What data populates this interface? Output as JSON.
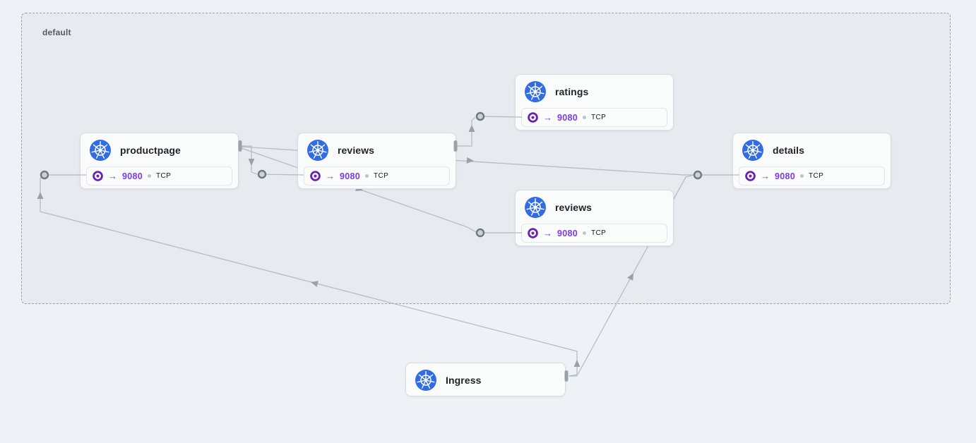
{
  "namespace": {
    "label": "default"
  },
  "colors": {
    "background": "#eef1f5",
    "namespace_fill": "#e7eaee",
    "namespace_border": "#9aa3ac",
    "card_background": "#fafbfb",
    "card_border": "#d9dde1",
    "edge": "#b3bac0",
    "arrow": "#99a1aa",
    "connector_fill": "#ccd2d7",
    "connector_stroke": "#6f7982",
    "kubernetes_blue": "#326ce5",
    "port_purple": "#6d21b0",
    "port_text_purple": "#7c3aed",
    "title_color": "#1f2329"
  },
  "icons": {
    "node_logo": "kubernetes-logo",
    "port": "port-target-icon",
    "arrow_glyph": "→"
  },
  "nodes": [
    {
      "id": "productpage",
      "title": "productpage",
      "port": "9080",
      "protocol": "TCP"
    },
    {
      "id": "reviews",
      "title": "reviews",
      "port": "9080",
      "protocol": "TCP"
    },
    {
      "id": "ratings",
      "title": "ratings",
      "port": "9080",
      "protocol": "TCP"
    },
    {
      "id": "reviews2",
      "title": "reviews",
      "port": "9080",
      "protocol": "TCP"
    },
    {
      "id": "details",
      "title": "details",
      "port": "9080",
      "protocol": "TCP"
    },
    {
      "id": "ingress",
      "title": "Ingress"
    }
  ],
  "edges": [
    {
      "source": "ingress",
      "target": "productpage"
    },
    {
      "source": "ingress",
      "target": "details"
    },
    {
      "source": "productpage",
      "target": "reviews"
    },
    {
      "source": "productpage",
      "target": "reviews2"
    },
    {
      "source": "productpage",
      "target": "details"
    },
    {
      "source": "reviews",
      "target": "ratings"
    }
  ]
}
